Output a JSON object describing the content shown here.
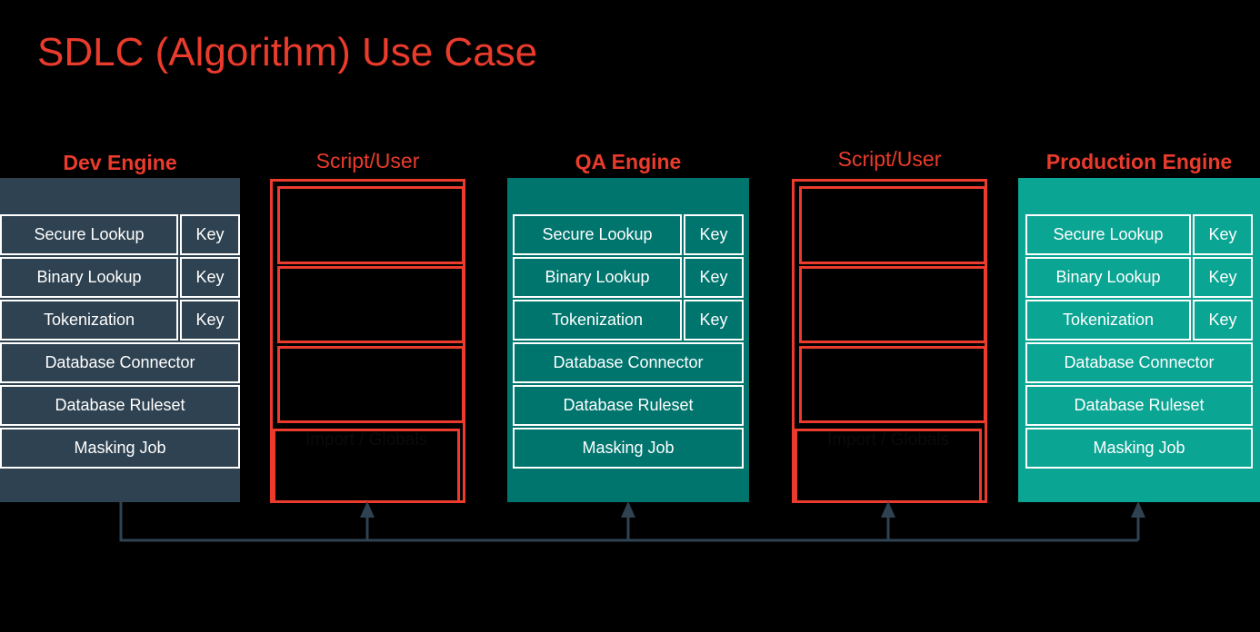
{
  "title": "SDLC (Algorithm) Use Case",
  "colors": {
    "background": "#000000",
    "accent_red": "#ea3b2c",
    "dev_panel": "#2f4251",
    "qa_panel": "#00756e",
    "prod_panel": "#0ba593",
    "connector": "#2f4251",
    "row_border": "#ffffff",
    "row_text": "#ffffff"
  },
  "columns": [
    {
      "id": "dev-engine",
      "heading": "Dev Engine",
      "heading_weight": "bold",
      "type": "engine",
      "rows": [
        {
          "label": "Secure Lookup",
          "key": "Key"
        },
        {
          "label": "Binary Lookup",
          "key": "Key"
        },
        {
          "label": "Tokenization",
          "key": "Key"
        },
        {
          "label": "Database Connector",
          "key": null
        },
        {
          "label": "Database Ruleset",
          "key": null
        },
        {
          "label": "Masking Job",
          "key": null
        }
      ]
    },
    {
      "id": "script-user-1",
      "heading": "Script/User",
      "heading_weight": "regular",
      "type": "script",
      "hidden_label": "Import / Globals"
    },
    {
      "id": "qa-engine",
      "heading": "QA Engine",
      "heading_weight": "bold",
      "type": "engine",
      "rows": [
        {
          "label": "Secure Lookup",
          "key": "Key"
        },
        {
          "label": "Binary Lookup",
          "key": "Key"
        },
        {
          "label": "Tokenization",
          "key": "Key"
        },
        {
          "label": "Database Connector",
          "key": null
        },
        {
          "label": "Database Ruleset",
          "key": null
        },
        {
          "label": "Masking Job",
          "key": null
        }
      ]
    },
    {
      "id": "script-user-2",
      "heading": "Script/User",
      "heading_weight": "regular",
      "type": "script",
      "hidden_label": "Import / Globals"
    },
    {
      "id": "production-engine",
      "heading": "Production Engine",
      "heading_weight": "bold",
      "type": "engine",
      "rows": [
        {
          "label": "Secure Lookup",
          "key": "Key"
        },
        {
          "label": "Binary Lookup",
          "key": "Key"
        },
        {
          "label": "Tokenization",
          "key": "Key"
        },
        {
          "label": "Database Connector",
          "key": null
        },
        {
          "label": "Database Ruleset",
          "key": null
        },
        {
          "label": "Masking Job",
          "key": null
        }
      ]
    }
  ],
  "connector": {
    "description": "Flow from Dev Engine down and across, with upward arrows into Script/User 1, QA Engine, Script/User 2 and Production Engine",
    "arrow_targets": [
      "script-user-1",
      "qa-engine",
      "script-user-2",
      "production-engine"
    ]
  }
}
